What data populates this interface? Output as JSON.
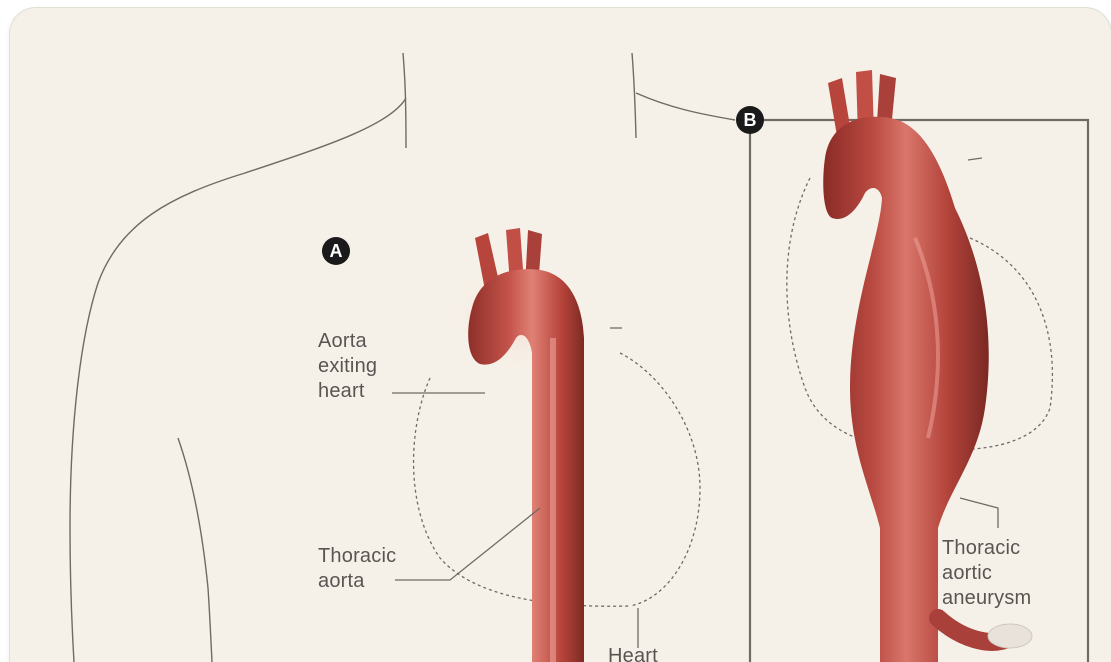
{
  "markers": {
    "a": "A",
    "b": "B"
  },
  "labels": {
    "aorta_exiting_heart": [
      "Aorta",
      "exiting",
      "heart"
    ],
    "thoracic_aorta": [
      "Thoracic",
      "aorta"
    ],
    "thoracic_aortic_aneurysm": [
      "Thoracic",
      "aortic",
      "aneurysm"
    ],
    "heart_partial": "Heart"
  },
  "colors": {
    "background": "#f6f1e8",
    "outline": "#6f6a66",
    "aorta": "#b8453c",
    "aorta_dark": "#8e2f29",
    "aorta_light": "#e48a7f",
    "marker": "#1a1a1a"
  }
}
